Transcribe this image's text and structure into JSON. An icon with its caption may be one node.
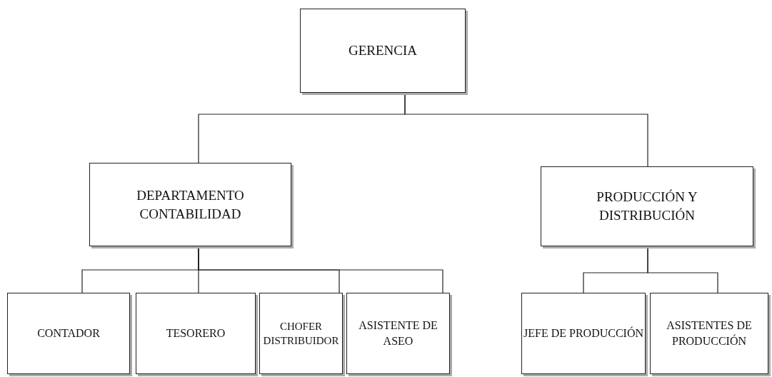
{
  "diagram": {
    "nodes": [
      {
        "text": [
          "GERENCIA"
        ]
      },
      {
        "text": [
          "DEPARTAMENTO CONTABILIDAD"
        ]
      },
      {
        "text": [
          "PRODUCCIÓN Y DISTRIBUCIÓN"
        ]
      },
      {
        "text": [
          "CONTADOR"
        ]
      },
      {
        "text": [
          "TESORERO"
        ]
      },
      {
        "text": [
          "CHOFER DISTRIBUIDOR"
        ]
      },
      {
        "text": [
          "ASISTENTE DE ASEO"
        ]
      },
      {
        "text": [
          "JEFE DE PRODUCCIÓN"
        ]
      },
      {
        "text": [
          "ASISTENTES DE PRODUCCIÓN"
        ]
      }
    ],
    "edges": [
      {
        "from": 0,
        "to": 1,
        "arrow": "none"
      },
      {
        "from": 0,
        "to": 2,
        "arrow": "none"
      },
      {
        "from": 1,
        "to": 3,
        "arrow": "none"
      },
      {
        "from": 1,
        "to": 4,
        "arrow": "none"
      },
      {
        "from": 1,
        "to": 5,
        "arrow": "none"
      },
      {
        "from": 1,
        "to": 6,
        "arrow": "none"
      },
      {
        "from": 2,
        "to": 7,
        "arrow": "none"
      },
      {
        "from": 2,
        "to": 8,
        "arrow": "none"
      }
    ]
  }
}
